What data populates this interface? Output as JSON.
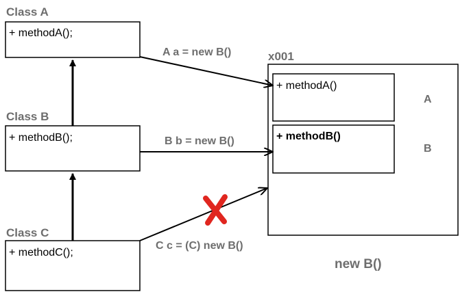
{
  "classes": {
    "a": {
      "title": "Class A",
      "method": "+ methodA();"
    },
    "b": {
      "title": "Class B",
      "method": "+ methodB();"
    },
    "c": {
      "title": "Class C",
      "method": "+ methodC();"
    }
  },
  "object": {
    "address": "x001",
    "section_a": {
      "method": "+ methodA()",
      "label": "A"
    },
    "section_b": {
      "method": "+ methodB()",
      "label": "B"
    },
    "caption": "new B()"
  },
  "references": {
    "a": "A a = new B()",
    "b": "B b = new B()",
    "c": "C c = (C) new B()"
  },
  "colors": {
    "label_gray": "#6e6e6e",
    "invalid_mark": "#e0261f"
  },
  "icons": {
    "invalid": "cross-mark-icon"
  }
}
